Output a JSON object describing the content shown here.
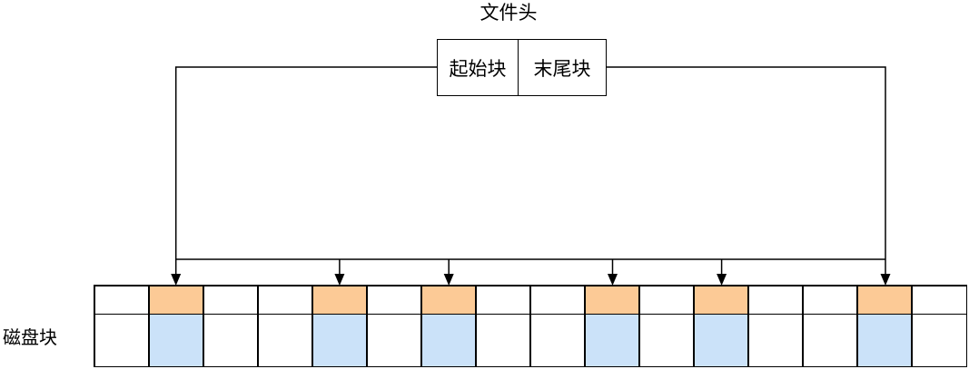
{
  "diagram": {
    "title": "文件头",
    "file_header": {
      "start_block_label": "起始块",
      "end_block_label": "末尾块"
    },
    "disk": {
      "label": "磁盘块",
      "block_count": 16,
      "pointed_block_indices": [
        1,
        4,
        6,
        9,
        11,
        14
      ],
      "colors": {
        "pointed_top": "#FCCA96",
        "pointed_bottom": "#CBE2F9",
        "line": "#000000",
        "background": "#FFFFFF"
      }
    }
  }
}
